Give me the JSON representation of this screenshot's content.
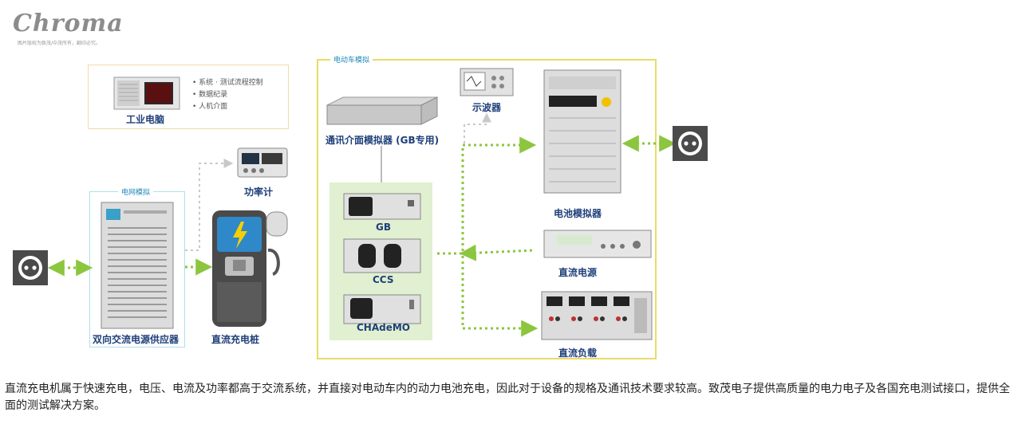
{
  "logo": {
    "text": "Chroma",
    "subtitle": "图片版权为致茂/中茂所有，翻印必究。"
  },
  "pc": {
    "label": "工业电脑",
    "bullets": [
      "• 系统 · 测试流程控制",
      "• 数据纪录",
      "• 人机介面"
    ]
  },
  "power_meter": {
    "label": "功率计"
  },
  "grid_sim": {
    "title": "电网模拟",
    "label": "双向交流电源供应器"
  },
  "charger": {
    "label": "直流充电桩"
  },
  "ev_sim": {
    "title": "电动车模拟",
    "comm_label": "通讯介面模拟器 (GB专用)",
    "connectors": [
      "GB",
      "CCS",
      "CHAdeMO"
    ],
    "oscilloscope_label": "示波器",
    "battery_label": "电池模拟器",
    "dc_source_label": "直流电源",
    "dc_load_label": "直流负载"
  },
  "outlet_icons": [
    "power-outlet-icon",
    "power-outlet-icon"
  ],
  "description": "直流充电机属于快速充电，电压、电流及功率都高于交流系统，并直接对电动车内的动力电池充电，因此对于设备的规格及通讯技术要求较高。致茂电子提供高质量的电力电子及各国充电测试接口，提供全面的测试解决方案。",
  "colors": {
    "label_blue": "#1f3f7a",
    "title_cyan": "#1e88b8",
    "arrow_green": "#8cc63f",
    "frame_yellow": "#e9dc66",
    "panel_green": "#e0f0d0",
    "grid_frame": "#aee0ec",
    "pc_frame": "#f3d9a6"
  }
}
